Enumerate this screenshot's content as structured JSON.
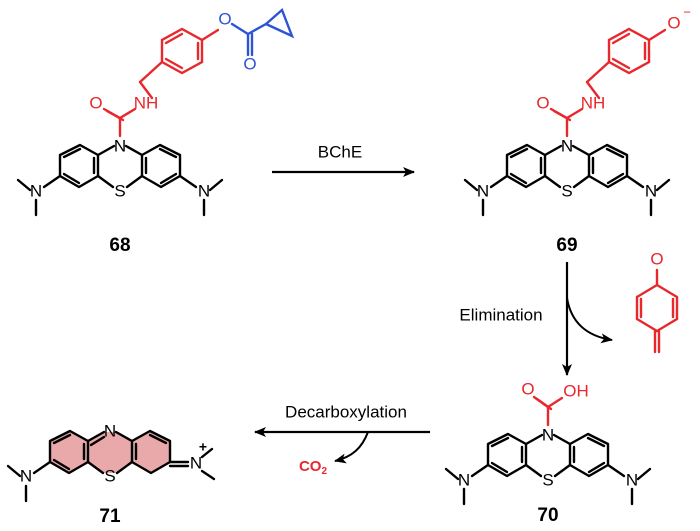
{
  "colors": {
    "black": "#000000",
    "red": "#e8282d",
    "blue": "#2b54d6",
    "ring_fill": "#e9a9aa"
  },
  "compounds": {
    "c68": {
      "label": "68",
      "atoms": {
        "n_ring": "N",
        "nh": "NH",
        "o_carbonyl": "O",
        "o_ester": "O",
        "o_ester_carbonyl": "O",
        "s": "S",
        "n_left": "N",
        "n_right": "N"
      }
    },
    "c69": {
      "label": "69",
      "atoms": {
        "n_ring": "N",
        "nh": "NH",
        "o_carbonyl": "O",
        "o_phenolate": "O",
        "o_charge": "−",
        "s": "S",
        "n_left": "N",
        "n_right": "N"
      }
    },
    "c70": {
      "label": "70",
      "atoms": {
        "n_ring": "N",
        "o_carbonyl": "O",
        "oh": "OH",
        "s": "S",
        "n_left": "N",
        "n_right": "N"
      }
    },
    "c71": {
      "label": "71",
      "atoms": {
        "n_ring": "N",
        "s": "S",
        "n_left": "N",
        "n_right": "N",
        "charge": "+"
      }
    },
    "quinone_methide": {
      "atoms": {
        "o": "O"
      }
    }
  },
  "steps": {
    "bche": {
      "label": "BChE"
    },
    "elimination": {
      "label": "Elimination"
    },
    "decarboxylation": {
      "label": "Decarboxylation",
      "byproduct": "CO",
      "byproduct_sub": "2"
    }
  }
}
